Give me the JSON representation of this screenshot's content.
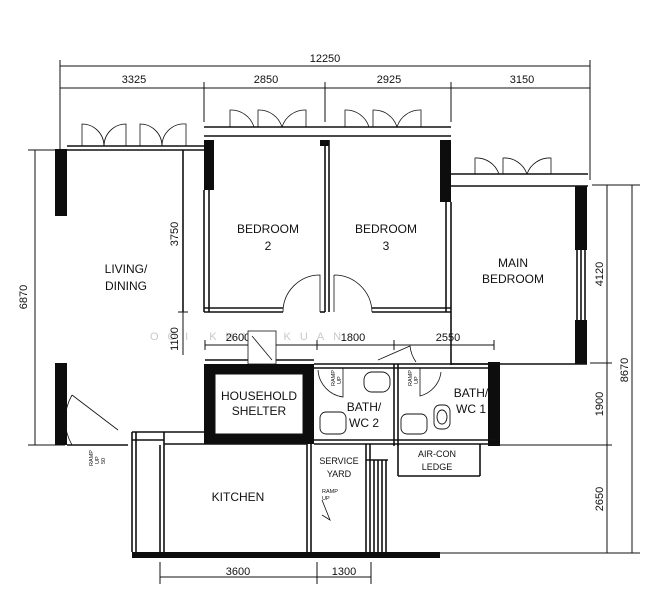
{
  "dimensions": {
    "overall_width": "12250",
    "top": [
      "3325",
      "2850",
      "2925",
      "3150"
    ],
    "left_height": "6870",
    "bedroom_depth": "3750",
    "corridor_width": "1100",
    "corridor_widths": [
      "2600",
      "1800",
      "2550"
    ],
    "right": [
      "4120",
      "1900",
      "2650"
    ],
    "right_total": "8670",
    "bottom": [
      "3600",
      "1300"
    ]
  },
  "rooms": {
    "living_line1": "LIVING/",
    "living_line2": "DINING",
    "bedroom2_line1": "BEDROOM",
    "bedroom2_line2": "2",
    "bedroom3_line1": "BEDROOM",
    "bedroom3_line2": "3",
    "main_line1": "MAIN",
    "main_line2": "BEDROOM",
    "shelter_line1": "HOUSEHOLD",
    "shelter_line2": "SHELTER",
    "bath2_line1": "BATH/",
    "bath2_line2": "WC 2",
    "bath1_line1": "BATH/",
    "bath1_line2": "WC 1",
    "kitchen": "KITCHEN",
    "service_line1": "SERVICE",
    "service_line2": "YARD",
    "aircon_line1": "AIR-CON",
    "aircon_line2": "LEDGE"
  },
  "ramps": {
    "entrance": [
      "RAMP",
      "UP",
      "50"
    ],
    "bath2": [
      "RAMP",
      "UP"
    ],
    "bath1": [
      "RAMP",
      "UP"
    ],
    "yard": [
      "RAMP",
      "UP"
    ]
  },
  "watermark": "OOI KHIN KUAN"
}
